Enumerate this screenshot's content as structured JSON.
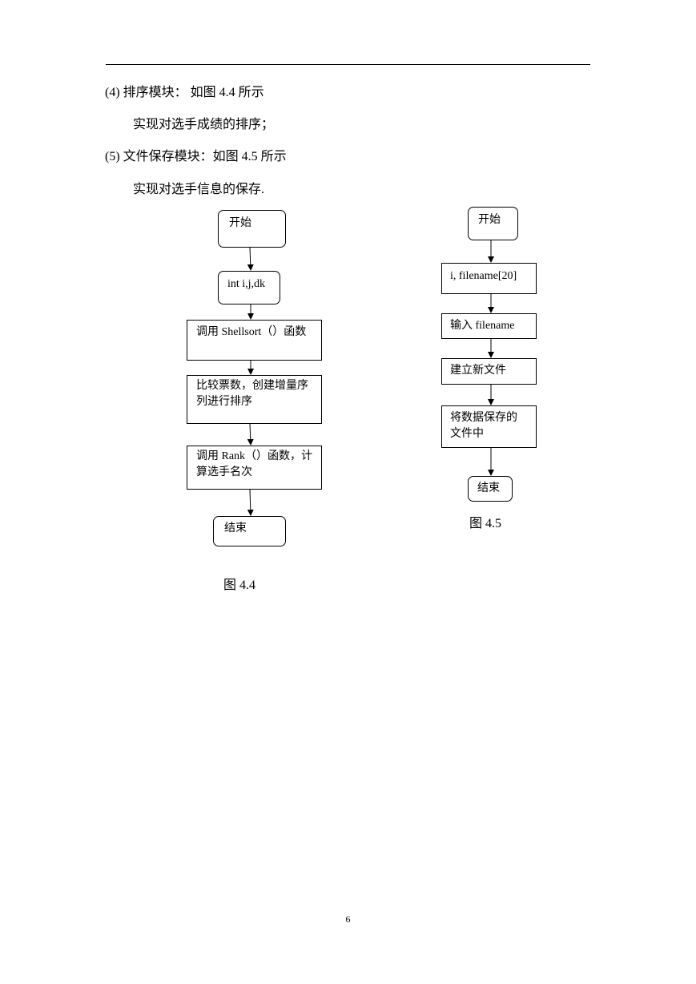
{
  "paragraphs": [
    "(4)  排序模块：   如图 4.4 所示",
    "实现对选手成绩的排序；",
    "(5)  文件保存模块：如图 4.5 所示",
    "实现对选手信息的保存."
  ],
  "flowchart_4_4": {
    "caption": "图 4.4",
    "nodes": [
      "开始",
      "int i,j,dk",
      "调用 Shellsort（）函数",
      "比较票数，创建增量序列进行排序",
      "调用 Rank（）函数，计算选手名次",
      "结束"
    ]
  },
  "flowchart_4_5": {
    "caption": "图 4.5",
    "nodes": [
      "开始",
      "i, filename[20]",
      "输入 filename",
      "建立新文件",
      "将数据保存的文件中",
      "结束"
    ]
  },
  "page_number": "6"
}
